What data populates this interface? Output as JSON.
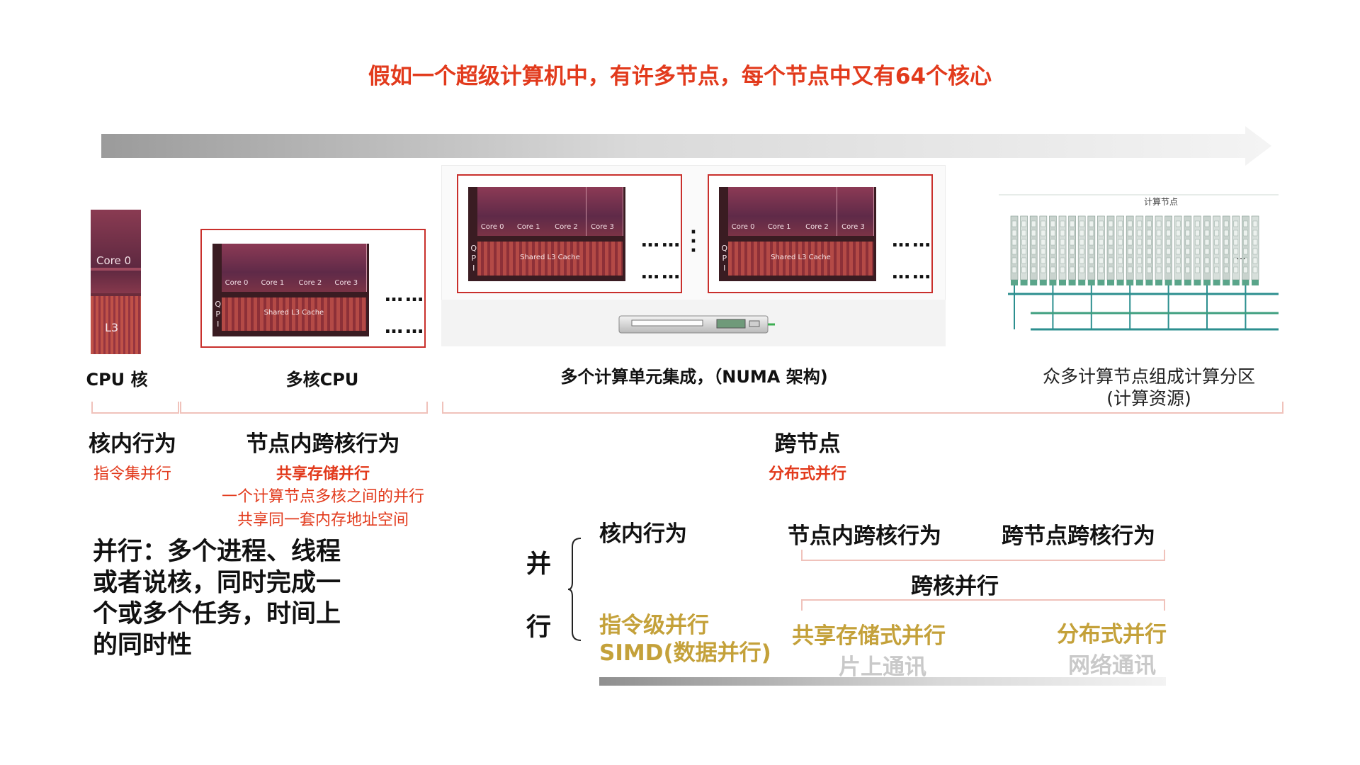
{
  "title": "假如一个超级计算机中，有许多节点，每个节点中又有64个核心",
  "chips": {
    "single_core_label": "Core 0",
    "single_l3_label": "L3",
    "core_labels": [
      "Core 0",
      "Core 1",
      "Core 2",
      "Core 3"
    ],
    "shared_cache_label": "Shared L3 Cache",
    "qpi_label": [
      "Q",
      "P",
      "I"
    ],
    "ellipsis": "…"
  },
  "cluster": {
    "label": "计算节点"
  },
  "captions": {
    "cpu_core": "CPU 核",
    "multicore": "多核CPU",
    "numa": "多个计算单元集成，（NUMA 架构)",
    "partition_line1": "众多计算节点组成计算分区",
    "partition_line2": "(计算资源)"
  },
  "groups": {
    "in_core": {
      "title": "核内行为",
      "sub": "指令集并行"
    },
    "in_node": {
      "title": "节点内跨核行为",
      "sub": "共享存储并行",
      "desc1": "一个计算节点多核之间的并行",
      "desc2": "共享同一套内存地址空间"
    },
    "cross_node": {
      "title": "跨节点",
      "sub": "分布式并行"
    }
  },
  "definition": [
    "并行：多个进程、线程",
    "或者说核，同时完成一",
    "个或多个任务，时间上",
    "的同时性"
  ],
  "parallel_table": {
    "side_label_top": "并",
    "side_label_bottom": "行",
    "col1_head": "核内行为",
    "col2_head": "节点内跨核行为",
    "col3_head": "跨节点跨核行为",
    "cross_core": "跨核并行",
    "col1_gold_line1": "指令级并行",
    "col1_gold_line2": "SIMD(数据并行)",
    "col2_gold": "共享存储式并行",
    "col2_grey": "片上通讯",
    "col3_gold": "分布式并行",
    "col3_grey": "网络通讯"
  },
  "colors": {
    "accent_red": "#e23a1c",
    "gold": "#c4a13a",
    "grey_text": "#c9c9c9",
    "box_border": "#c9302c"
  }
}
